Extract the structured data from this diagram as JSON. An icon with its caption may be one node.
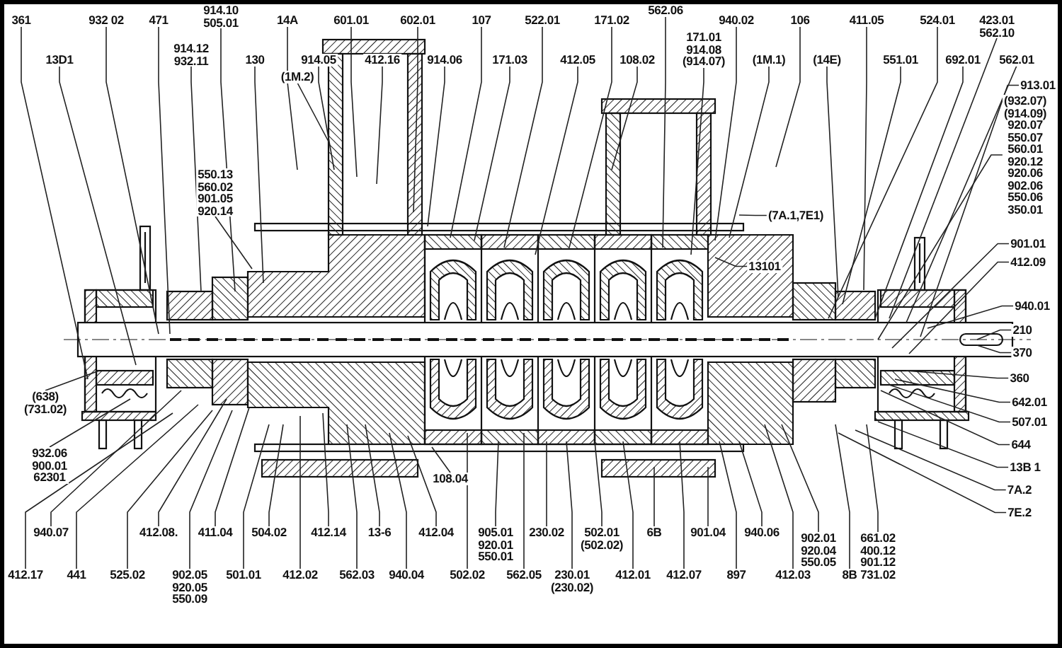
{
  "diagram": {
    "nodes": [
      {
        "text": [
          "361"
        ]
      },
      {
        "text": [
          "932 02"
        ]
      },
      {
        "text": [
          "13D1"
        ]
      },
      {
        "text": [
          "471"
        ]
      },
      {
        "text": [
          "914.12",
          "932.11"
        ]
      },
      {
        "text": [
          "914.10",
          "505.01"
        ]
      },
      {
        "text": [
          "14A"
        ]
      },
      {
        "text": [
          "130"
        ]
      },
      {
        "text": [
          "914.05"
        ]
      },
      {
        "text": [
          "601.01"
        ]
      },
      {
        "text": [
          "412.16"
        ]
      },
      {
        "text": [
          "602.01"
        ]
      },
      {
        "text": [
          "914.06"
        ]
      },
      {
        "text": [
          "107"
        ]
      },
      {
        "text": [
          "171.03"
        ]
      },
      {
        "text": [
          "522.01"
        ]
      },
      {
        "text": [
          "412.05"
        ]
      },
      {
        "text": [
          "171.02"
        ]
      },
      {
        "text": [
          "108.02"
        ]
      },
      {
        "text": [
          "562.06"
        ]
      },
      {
        "text": [
          "171.01",
          "914.08",
          "(914.07)"
        ]
      },
      {
        "text": [
          "940.02"
        ]
      },
      {
        "text": [
          "106"
        ]
      },
      {
        "text": [
          "(1M.1)"
        ]
      },
      {
        "text": [
          "411.05"
        ]
      },
      {
        "text": [
          "(14E)"
        ]
      },
      {
        "text": [
          "524.01"
        ]
      },
      {
        "text": [
          "551.01"
        ]
      },
      {
        "text": [
          "692.01"
        ]
      },
      {
        "text": [
          "423.01",
          "562.10"
        ]
      },
      {
        "text": [
          "562.01"
        ]
      },
      {
        "text": [
          "913.01"
        ]
      },
      {
        "text": [
          "(932.07)",
          "(914.09)",
          "920.07",
          "550.07",
          "560.01",
          "920.12",
          "920.06",
          "902.06",
          "550.06",
          "350.01"
        ]
      },
      {
        "text": [
          "901.01"
        ]
      },
      {
        "text": [
          "412.09"
        ]
      },
      {
        "text": [
          "940.01"
        ]
      },
      {
        "text": [
          "210"
        ]
      },
      {
        "text": [
          "370"
        ]
      },
      {
        "text": [
          "360"
        ]
      },
      {
        "text": [
          "642.01"
        ]
      },
      {
        "text": [
          "507.01"
        ]
      },
      {
        "text": [
          "644"
        ]
      },
      {
        "text": [
          "13B 1"
        ]
      },
      {
        "text": [
          "7A.2"
        ]
      },
      {
        "text": [
          "7E.2"
        ]
      },
      {
        "text": [
          "(1M.2)"
        ]
      },
      {
        "text": [
          "550.13",
          "560.02",
          "901.05",
          "920.14"
        ]
      },
      {
        "text": [
          "(7A.1,7E1)"
        ]
      },
      {
        "text": [
          "13101"
        ]
      },
      {
        "text": [
          "(638)",
          "(731.02)"
        ]
      },
      {
        "text": [
          "932.06",
          "900.01",
          "62301"
        ]
      },
      {
        "text": [
          "108.04"
        ]
      },
      {
        "text": [
          "940.07"
        ]
      },
      {
        "text": [
          "412.08."
        ]
      },
      {
        "text": [
          "411.04"
        ]
      },
      {
        "text": [
          "504.02"
        ]
      },
      {
        "text": [
          "412.14"
        ]
      },
      {
        "text": [
          "13-6"
        ]
      },
      {
        "text": [
          "412.04"
        ]
      },
      {
        "text": [
          "905.01",
          "920.01",
          "550.01"
        ]
      },
      {
        "text": [
          "230.02"
        ]
      },
      {
        "text": [
          "502.01",
          "(502.02)"
        ]
      },
      {
        "text": [
          "6B"
        ]
      },
      {
        "text": [
          "901.04"
        ]
      },
      {
        "text": [
          "940.06"
        ]
      },
      {
        "text": [
          "902.01",
          "920.04",
          "550.05"
        ]
      },
      {
        "text": [
          "661.02",
          "400.12",
          "901.12",
          "731.02"
        ]
      },
      {
        "text": [
          "412.17"
        ]
      },
      {
        "text": [
          "441"
        ]
      },
      {
        "text": [
          "525.02"
        ]
      },
      {
        "text": [
          "902.05",
          "920.05",
          "550.09"
        ]
      },
      {
        "text": [
          "501.01"
        ]
      },
      {
        "text": [
          "412.02"
        ]
      },
      {
        "text": [
          "562.03"
        ]
      },
      {
        "text": [
          "940.04"
        ]
      },
      {
        "text": [
          "502.02"
        ]
      },
      {
        "text": [
          "562.05"
        ]
      },
      {
        "text": [
          "230.01",
          "(230.02)"
        ]
      },
      {
        "text": [
          "412.01"
        ]
      },
      {
        "text": [
          "412.07"
        ]
      },
      {
        "text": [
          "897"
        ]
      },
      {
        "text": [
          "412.03"
        ]
      },
      {
        "text": [
          "8B"
        ]
      }
    ],
    "edges": [
      {
        "from": 0,
        "to": null,
        "arrow": "none"
      },
      {
        "from": 1,
        "to": null,
        "arrow": "none"
      },
      {
        "from": 2,
        "to": null,
        "arrow": "none"
      },
      {
        "from": 3,
        "to": null,
        "arrow": "none"
      },
      {
        "from": 4,
        "to": null,
        "arrow": "none"
      },
      {
        "from": 5,
        "to": null,
        "arrow": "none"
      },
      {
        "from": 6,
        "to": null,
        "arrow": "none"
      },
      {
        "from": 7,
        "to": null,
        "arrow": "none"
      },
      {
        "from": 8,
        "to": null,
        "arrow": "none"
      },
      {
        "from": 9,
        "to": null,
        "arrow": "none"
      },
      {
        "from": 10,
        "to": null,
        "arrow": "none"
      },
      {
        "from": 11,
        "to": null,
        "arrow": "none"
      },
      {
        "from": 12,
        "to": null,
        "arrow": "none"
      },
      {
        "from": 13,
        "to": null,
        "arrow": "none"
      },
      {
        "from": 14,
        "to": null,
        "arrow": "none"
      },
      {
        "from": 15,
        "to": null,
        "arrow": "none"
      },
      {
        "from": 16,
        "to": null,
        "arrow": "none"
      },
      {
        "from": 17,
        "to": null,
        "arrow": "none"
      },
      {
        "from": 18,
        "to": null,
        "arrow": "none"
      },
      {
        "from": 19,
        "to": null,
        "arrow": "none"
      },
      {
        "from": 20,
        "to": null,
        "arrow": "none"
      },
      {
        "from": 21,
        "to": null,
        "arrow": "none"
      },
      {
        "from": 22,
        "to": null,
        "arrow": "none"
      },
      {
        "from": 23,
        "to": null,
        "arrow": "none"
      },
      {
        "from": 24,
        "to": null,
        "arrow": "none"
      },
      {
        "from": 25,
        "to": null,
        "arrow": "none"
      },
      {
        "from": 26,
        "to": null,
        "arrow": "none"
      },
      {
        "from": 27,
        "to": null,
        "arrow": "none"
      },
      {
        "from": 28,
        "to": null,
        "arrow": "none"
      },
      {
        "from": 29,
        "to": null,
        "arrow": "none"
      },
      {
        "from": 30,
        "to": null,
        "arrow": "none"
      },
      {
        "from": 31,
        "to": null,
        "arrow": "none"
      },
      {
        "from": 32,
        "to": null,
        "arrow": "none"
      },
      {
        "from": 33,
        "to": null,
        "arrow": "none"
      },
      {
        "from": 34,
        "to": null,
        "arrow": "none"
      },
      {
        "from": 35,
        "to": null,
        "arrow": "none"
      },
      {
        "from": 36,
        "to": null,
        "arrow": "none"
      },
      {
        "from": 37,
        "to": null,
        "arrow": "none"
      },
      {
        "from": 38,
        "to": null,
        "arrow": "none"
      },
      {
        "from": 39,
        "to": null,
        "arrow": "none"
      },
      {
        "from": 40,
        "to": null,
        "arrow": "none"
      },
      {
        "from": 41,
        "to": null,
        "arrow": "none"
      },
      {
        "from": 42,
        "to": null,
        "arrow": "none"
      },
      {
        "from": 43,
        "to": null,
        "arrow": "none"
      },
      {
        "from": 44,
        "to": null,
        "arrow": "none"
      },
      {
        "from": 45,
        "to": null,
        "arrow": "none"
      },
      {
        "from": 46,
        "to": null,
        "arrow": "none"
      },
      {
        "from": 47,
        "to": null,
        "arrow": "none"
      },
      {
        "from": 48,
        "to": null,
        "arrow": "none"
      },
      {
        "from": 49,
        "to": null,
        "arrow": "none"
      },
      {
        "from": 50,
        "to": null,
        "arrow": "none"
      },
      {
        "from": 51,
        "to": null,
        "arrow": "none"
      },
      {
        "from": 52,
        "to": null,
        "arrow": "none"
      },
      {
        "from": 53,
        "to": null,
        "arrow": "none"
      },
      {
        "from": 54,
        "to": null,
        "arrow": "none"
      },
      {
        "from": 55,
        "to": null,
        "arrow": "none"
      },
      {
        "from": 56,
        "to": null,
        "arrow": "none"
      },
      {
        "from": 57,
        "to": null,
        "arrow": "none"
      },
      {
        "from": 58,
        "to": null,
        "arrow": "none"
      },
      {
        "from": 59,
        "to": null,
        "arrow": "none"
      },
      {
        "from": 60,
        "to": null,
        "arrow": "none"
      },
      {
        "from": 61,
        "to": null,
        "arrow": "none"
      },
      {
        "from": 62,
        "to": null,
        "arrow": "none"
      },
      {
        "from": 63,
        "to": null,
        "arrow": "none"
      },
      {
        "from": 64,
        "to": null,
        "arrow": "none"
      },
      {
        "from": 65,
        "to": null,
        "arrow": "none"
      },
      {
        "from": 66,
        "to": null,
        "arrow": "none"
      },
      {
        "from": 67,
        "to": null,
        "arrow": "none"
      },
      {
        "from": 68,
        "to": null,
        "arrow": "none"
      },
      {
        "from": 69,
        "to": null,
        "arrow": "none"
      },
      {
        "from": 70,
        "to": null,
        "arrow": "none"
      },
      {
        "from": 71,
        "to": null,
        "arrow": "none"
      },
      {
        "from": 72,
        "to": null,
        "arrow": "none"
      },
      {
        "from": 73,
        "to": null,
        "arrow": "none"
      },
      {
        "from": 74,
        "to": null,
        "arrow": "none"
      },
      {
        "from": 75,
        "to": null,
        "arrow": "none"
      },
      {
        "from": 76,
        "to": null,
        "arrow": "none"
      },
      {
        "from": 77,
        "to": null,
        "arrow": "none"
      },
      {
        "from": 78,
        "to": null,
        "arrow": "none"
      },
      {
        "from": 79,
        "to": null,
        "arrow": "none"
      },
      {
        "from": 80,
        "to": null,
        "arrow": "none"
      },
      {
        "from": 81,
        "to": null,
        "arrow": "none"
      },
      {
        "from": 82,
        "to": null,
        "arrow": "none"
      }
    ]
  }
}
